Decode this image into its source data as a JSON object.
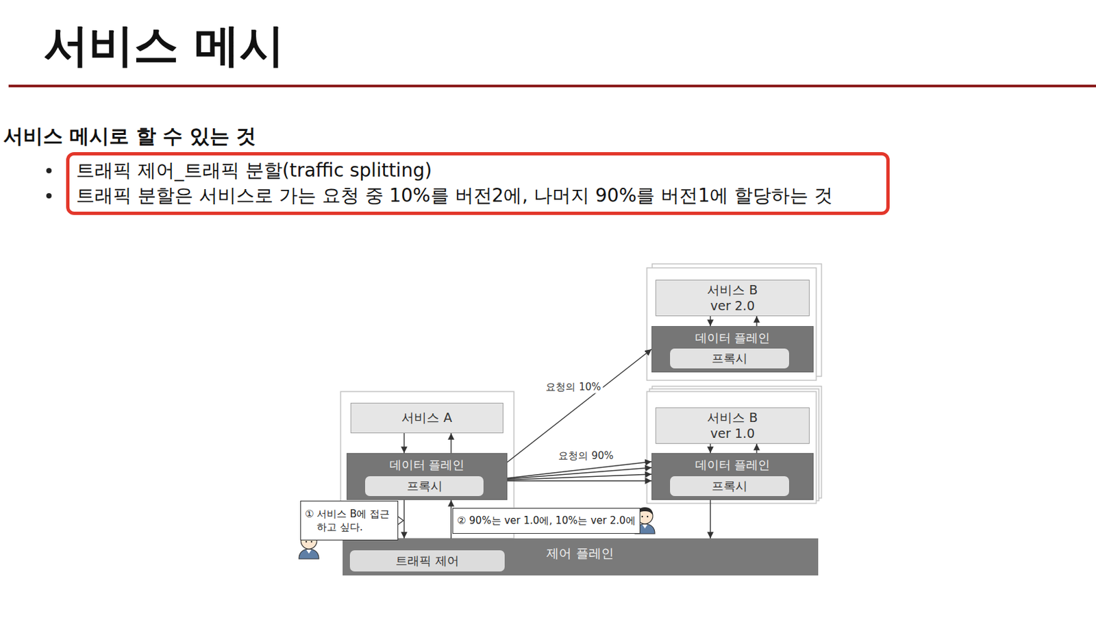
{
  "diagram": {
    "title": "서비스 메시",
    "nodes": [
      {
        "text": [
          "트래픽 제어_트래픽 분할(traffic splitting)",
          "트래픽 분할은 서비스로 가는 요청 중 10%를 버전2에, 나머지 90%를 버전1에 할당하는 것"
        ]
      },
      {
        "text": [
          "서비스 B ver 2.0"
        ]
      },
      {
        "text": [
          "데이터 플레인"
        ]
      },
      {
        "text": [
          "프록시"
        ],
        "in": 2
      },
      {
        "text": [
          "서비스 A"
        ]
      },
      {
        "text": [
          "데이터 플레인"
        ]
      },
      {
        "text": [
          "프록시"
        ],
        "in": 5
      },
      {
        "text": [
          "서비스 B ver 1.0"
        ]
      },
      {
        "text": [
          "데이터 플레인"
        ]
      },
      {
        "text": [
          "프록시"
        ],
        "in": 8
      },
      {
        "text": [
          "① 서비스 B에 접근하고 싶다."
        ]
      },
      {
        "text": [
          "② 90%는 ver 1.0에, 10%는 ver 2.0에"
        ]
      },
      {
        "text": [
          "제어 플레인"
        ]
      },
      {
        "text": [
          "트래픽 제어"
        ],
        "in": 12
      }
    ],
    "edges": [
      {
        "from": 1,
        "to": 2,
        "arrow": "to"
      },
      {
        "from": 2,
        "to": 1,
        "arrow": "to"
      },
      {
        "from": 4,
        "to": 5,
        "arrow": "to"
      },
      {
        "from": 5,
        "to": 4,
        "arrow": "to"
      },
      {
        "from": 7,
        "to": 8,
        "arrow": "to"
      },
      {
        "from": 8,
        "to": 7,
        "arrow": "to"
      },
      {
        "from": 6,
        "to": 2,
        "label": "요청의 10%",
        "arrow": "to"
      },
      {
        "from": 6,
        "to": 8,
        "label": "요청의 90%",
        "arrow": "to"
      },
      {
        "from": 6,
        "to": 8,
        "arrow": "to"
      },
      {
        "from": 6,
        "to": 8,
        "arrow": "to"
      },
      {
        "from": 6,
        "to": 8,
        "arrow": "to"
      },
      {
        "from": 5,
        "to": 12,
        "arrow": "to"
      },
      {
        "from": 12,
        "to": 5,
        "arrow": "to"
      },
      {
        "from": 8,
        "to": 12,
        "arrow": "to"
      }
    ],
    "labels": [
      "서비스 메시로 할 수 있는 것"
    ]
  }
}
